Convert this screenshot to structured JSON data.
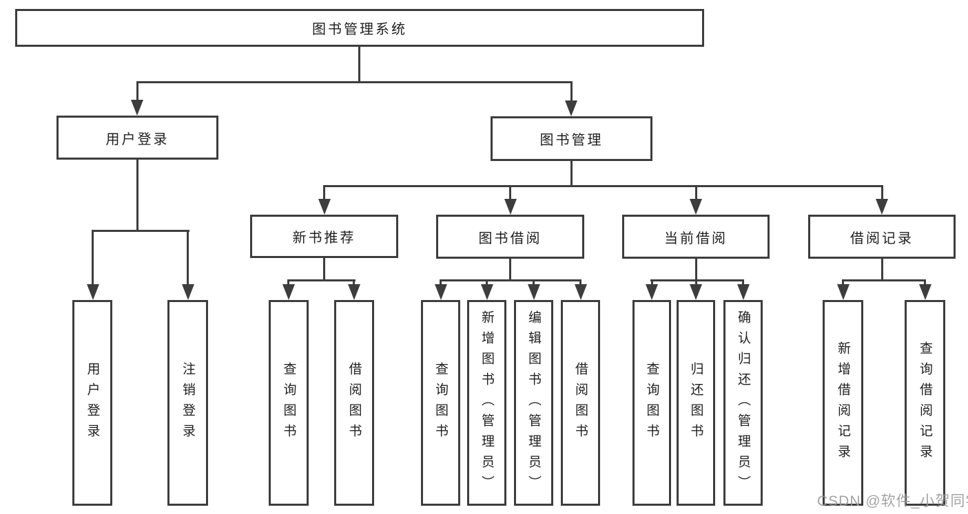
{
  "diagram_title": "图书管理系统",
  "colors": {
    "line": "#3d3d3d",
    "box_border": "#3d3d3d",
    "box_fill": "#ffffff",
    "text": "#1f1f1f",
    "watermark": "#969696",
    "background": "#ffffff"
  },
  "nodes": {
    "root": {
      "label": "图书管理系统"
    },
    "user_login": {
      "label": "用户登录"
    },
    "book_management": {
      "label": "图书管理"
    },
    "new_book_recommend": {
      "label": "新书推荐"
    },
    "book_borrow": {
      "label": "图书借阅"
    },
    "current_borrow": {
      "label": "当前借阅"
    },
    "borrow_records": {
      "label": "借阅记录"
    },
    "leaves": {
      "user_login": {
        "label": "用户登录"
      },
      "logout": {
        "label": "注销登录"
      },
      "nb_query_books": {
        "label": "查询图书"
      },
      "nb_borrow_books": {
        "label": "借阅图书"
      },
      "bb_query_books": {
        "label": "查询图书"
      },
      "bb_add_books": {
        "label": "新增图书（管理员）"
      },
      "bb_edit_books": {
        "label": "编辑图书（管理员）"
      },
      "bb_borrow_books": {
        "label": "借阅图书"
      },
      "cb_query_books": {
        "label": "查询图书"
      },
      "cb_return_books": {
        "label": "归还图书"
      },
      "cb_confirm_return": {
        "label": "确认归还（管理员）"
      },
      "br_add_record": {
        "label": "新增借阅记录"
      },
      "br_query_record": {
        "label": "查询借阅记录"
      }
    }
  },
  "watermark": {
    "text": "CSDN @软件_小贺同学"
  }
}
